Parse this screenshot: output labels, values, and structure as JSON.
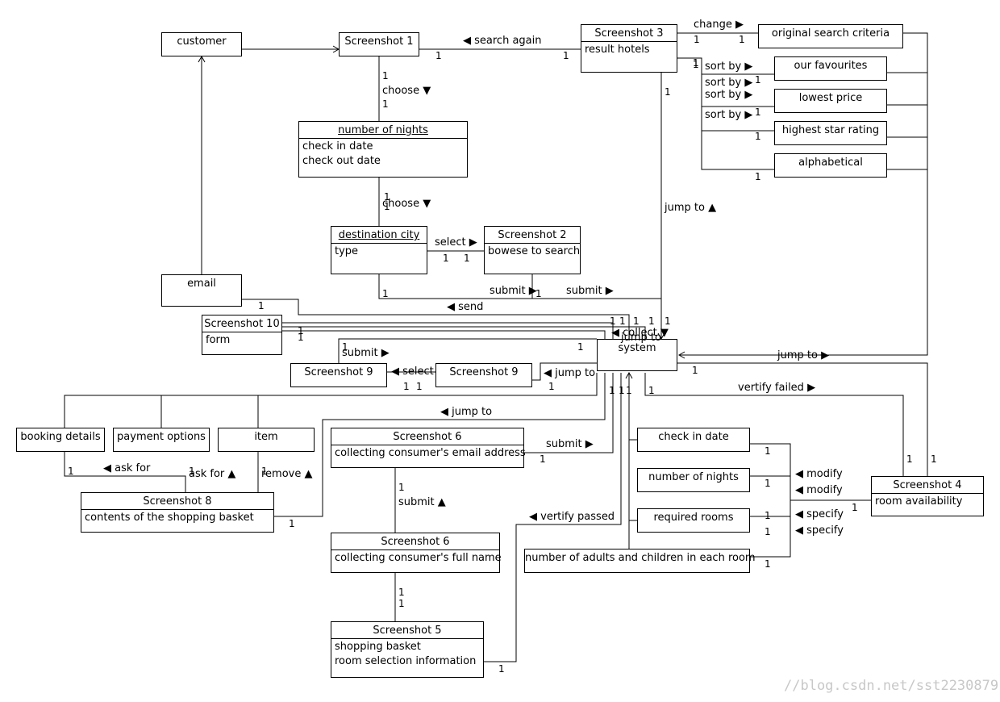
{
  "boxes": {
    "customer": {
      "title": "customer"
    },
    "screenshot1": {
      "title": "Screenshot 1"
    },
    "screenshot3": {
      "title": "Screenshot 3",
      "attrs": [
        "result hotels"
      ]
    },
    "original_criteria": {
      "title": "original search criteria"
    },
    "our_favourites": {
      "title": "our favourites"
    },
    "lowest_price": {
      "title": "lowest price"
    },
    "highest_star": {
      "title": "highest star rating"
    },
    "alphabetical": {
      "title": "alphabetical"
    },
    "number_of_nights": {
      "title": "number of nights",
      "attrs": [
        "check in date",
        "check out date"
      ]
    },
    "destination_city": {
      "title": "destination city",
      "attrs": [
        "type"
      ]
    },
    "screenshot2": {
      "title": "Screenshot 2",
      "attrs": [
        "bowese to search"
      ]
    },
    "email": {
      "title": "email"
    },
    "screenshot10": {
      "title": "Screenshot 10",
      "attrs": [
        "form"
      ]
    },
    "system": {
      "title": "system"
    },
    "screenshot9a": {
      "title": "Screenshot 9"
    },
    "screenshot9b": {
      "title": "Screenshot 9"
    },
    "booking_details": {
      "title": "booking details"
    },
    "payment_options": {
      "title": "payment options"
    },
    "item": {
      "title": "item"
    },
    "screenshot6a": {
      "title": "Screenshot 6",
      "attrs": [
        "collecting consumer's email address"
      ]
    },
    "screenshot8": {
      "title": "Screenshot 8",
      "attrs": [
        "contents of the shopping basket"
      ]
    },
    "screenshot6b": {
      "title": "Screenshot 6",
      "attrs": [
        "collecting consumer's full name"
      ]
    },
    "screenshot5": {
      "title": "Screenshot 5",
      "attrs": [
        "shopping basket",
        "room selection information"
      ]
    },
    "check_in_date": {
      "title": "check in date"
    },
    "nights2": {
      "title": "number of nights"
    },
    "required_rooms": {
      "title": "required rooms"
    },
    "adults_children": {
      "title": "number of adults and children in each room"
    },
    "screenshot4": {
      "title": "Screenshot 4",
      "attrs": [
        "room availability"
      ]
    }
  },
  "labels": {
    "search_again": "◀ search again",
    "change": "change ▶",
    "sort_by_1": "sort by ▶",
    "sort_by_2": "sort by ▶",
    "sort_by_3": "sort by ▶",
    "sort_by_4": "sort by ▶",
    "choose_1": "choose ▼",
    "choose_2": "choose ▼",
    "jump_to_up": "jump to ▲",
    "select_right": "select ▶",
    "submit_1": "submit ▶",
    "submit_2": "submit ▶",
    "send": "◀ send",
    "collect": "◀ collect ▼",
    "jump_to_mid": "jump to",
    "submit_3": "submit ▶",
    "select_left": "◀ select",
    "jump_to_left": "◀ jump to",
    "jump_to_right": "jump to ▶",
    "verify_failed": "vertify failed ▶",
    "jump_to_long": "◀ jump to",
    "submit_4": "submit ▶",
    "ask_for_left": "◀ ask for",
    "ask_for_up": "ask for ▲",
    "remove": "remove ▲",
    "submit_up": "submit ▲",
    "verify_passed": "◀ vertify passed",
    "modify_1": "◀ modify",
    "modify_2": "◀ modify",
    "specify_1": "◀ specify",
    "specify_2": "◀ specify"
  },
  "multiplicity": "1",
  "watermark": "//blog.csdn.net/sst2230879"
}
